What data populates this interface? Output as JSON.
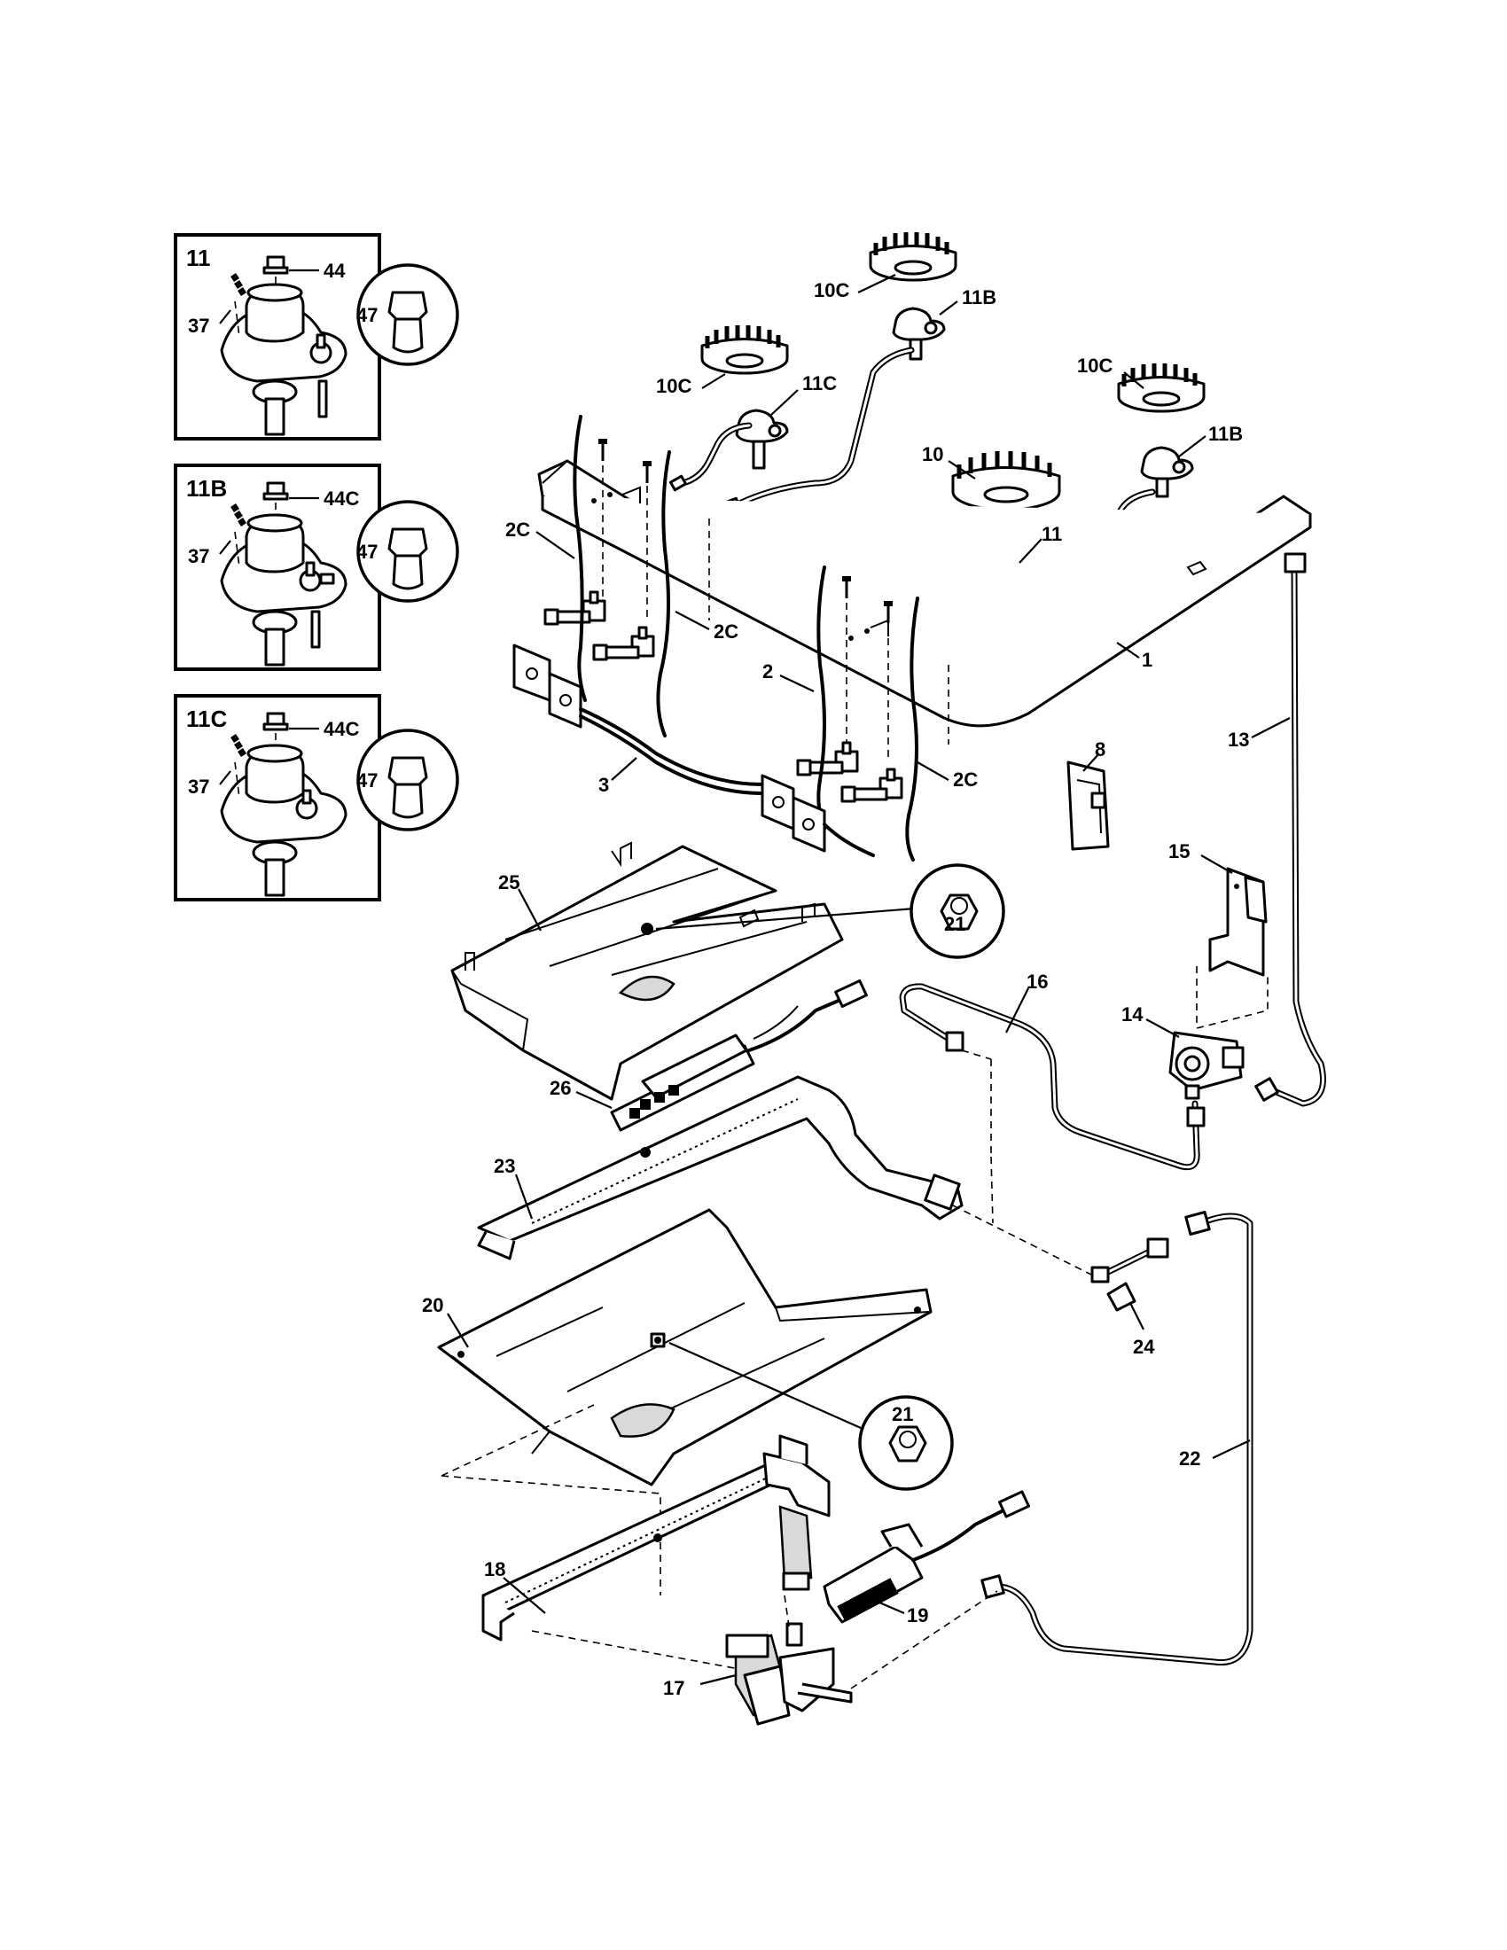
{
  "insets": [
    {
      "title": "11",
      "labels": [
        "44",
        "37",
        "47"
      ]
    },
    {
      "title": "11B",
      "labels": [
        "44C",
        "37",
        "47"
      ]
    },
    {
      "title": "11C",
      "labels": [
        "44C",
        "37",
        "47"
      ]
    }
  ],
  "callouts": {
    "c10c_a": "10C",
    "c11b_a": "11B",
    "c10c_b": "10C",
    "c11c": "11C",
    "c10c_c": "10C",
    "c11b_b": "11B",
    "c10": "10",
    "c11": "11",
    "c2c_a": "2C",
    "c2c_b": "2C",
    "c2": "2",
    "c2c_c": "2C",
    "c1": "1",
    "c3": "3",
    "c13": "13",
    "c8": "8",
    "c15": "15",
    "c21_a": "21",
    "c25": "25",
    "c16": "16",
    "c14": "14",
    "c26": "26",
    "c23": "23",
    "c22": "22",
    "c24": "24",
    "c20": "20",
    "c21_b": "21",
    "c18": "18",
    "c19": "19",
    "c17": "17"
  }
}
